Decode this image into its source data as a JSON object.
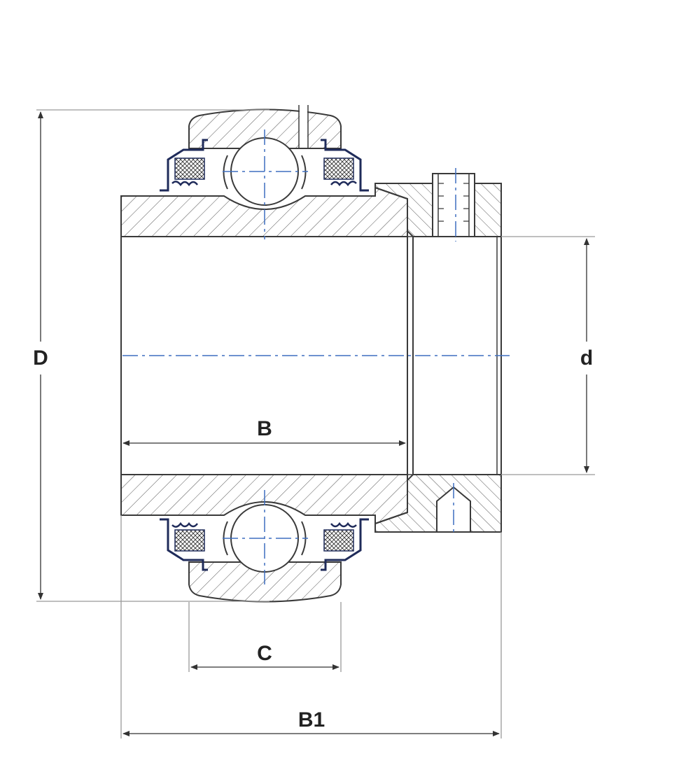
{
  "diagram": {
    "labels": {
      "D": "D",
      "d": "d",
      "B": "B",
      "C": "C",
      "B1": "B1"
    },
    "colors": {
      "outline": "#3a3a3a",
      "hatch": "#555555",
      "centerline": "#3f6fbf",
      "seal_metal": "#1f2b5a",
      "dimension": "#333333",
      "background": "#ffffff"
    }
  }
}
